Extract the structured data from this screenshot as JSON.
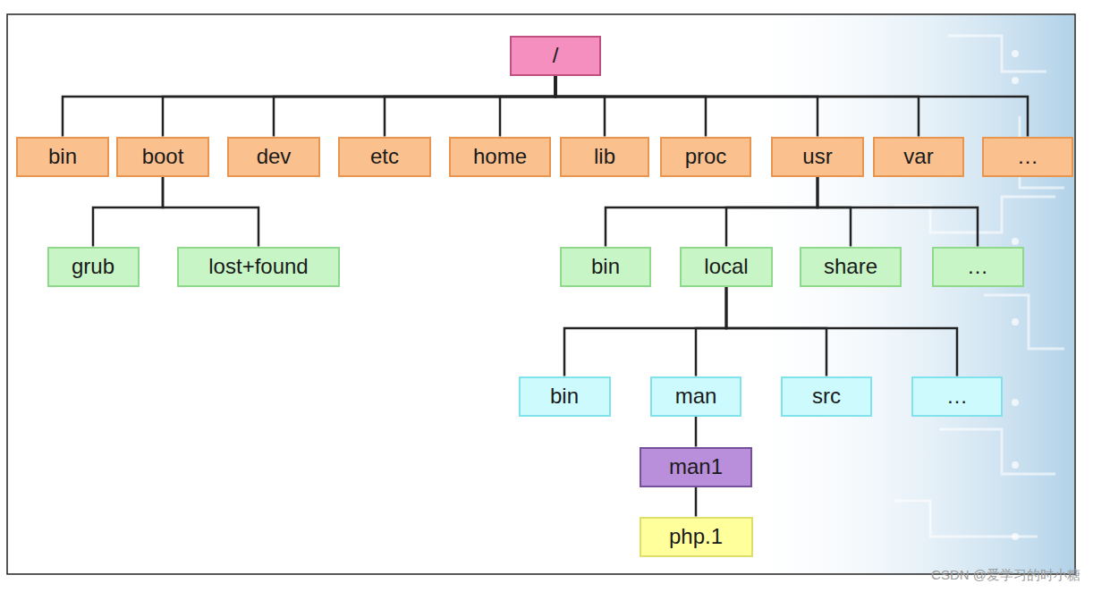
{
  "diagram": {
    "nodes": [
      {
        "text": [
          "/"
        ]
      },
      {
        "text": [
          "bin"
        ]
      },
      {
        "text": [
          "boot"
        ]
      },
      {
        "text": [
          "dev"
        ]
      },
      {
        "text": [
          "etc"
        ]
      },
      {
        "text": [
          "home"
        ]
      },
      {
        "text": [
          "lib"
        ]
      },
      {
        "text": [
          "proc"
        ]
      },
      {
        "text": [
          "usr"
        ]
      },
      {
        "text": [
          "var"
        ]
      },
      {
        "text": [
          "…"
        ]
      },
      {
        "text": [
          "grub"
        ]
      },
      {
        "text": [
          "lost+found"
        ]
      },
      {
        "text": [
          "bin"
        ]
      },
      {
        "text": [
          "local"
        ]
      },
      {
        "text": [
          "share"
        ]
      },
      {
        "text": [
          "…"
        ]
      },
      {
        "text": [
          "bin"
        ]
      },
      {
        "text": [
          "man"
        ]
      },
      {
        "text": [
          "src"
        ]
      },
      {
        "text": [
          "…"
        ]
      },
      {
        "text": [
          "man1"
        ]
      },
      {
        "text": [
          "php.1"
        ]
      }
    ],
    "edges": [
      {
        "from": 0,
        "to": 1,
        "arrow": "none"
      },
      {
        "from": 0,
        "to": 2,
        "arrow": "none"
      },
      {
        "from": 0,
        "to": 3,
        "arrow": "none"
      },
      {
        "from": 0,
        "to": 4,
        "arrow": "none"
      },
      {
        "from": 0,
        "to": 5,
        "arrow": "none"
      },
      {
        "from": 0,
        "to": 6,
        "arrow": "none"
      },
      {
        "from": 0,
        "to": 7,
        "arrow": "none"
      },
      {
        "from": 0,
        "to": 8,
        "arrow": "none"
      },
      {
        "from": 0,
        "to": 9,
        "arrow": "none"
      },
      {
        "from": 0,
        "to": 10,
        "arrow": "none"
      },
      {
        "from": 2,
        "to": 11,
        "arrow": "none"
      },
      {
        "from": 2,
        "to": 12,
        "arrow": "none"
      },
      {
        "from": 8,
        "to": 13,
        "arrow": "none"
      },
      {
        "from": 8,
        "to": 14,
        "arrow": "none"
      },
      {
        "from": 8,
        "to": 15,
        "arrow": "none"
      },
      {
        "from": 8,
        "to": 16,
        "arrow": "none"
      },
      {
        "from": 14,
        "to": 17,
        "arrow": "none"
      },
      {
        "from": 14,
        "to": 18,
        "arrow": "none"
      },
      {
        "from": 14,
        "to": 19,
        "arrow": "none"
      },
      {
        "from": 14,
        "to": 20,
        "arrow": "none"
      },
      {
        "from": 18,
        "to": 21,
        "arrow": "none"
      },
      {
        "from": 21,
        "to": 22,
        "arrow": "none"
      }
    ],
    "labels": [
      "CSDN @爱学习的时小糖"
    ]
  }
}
